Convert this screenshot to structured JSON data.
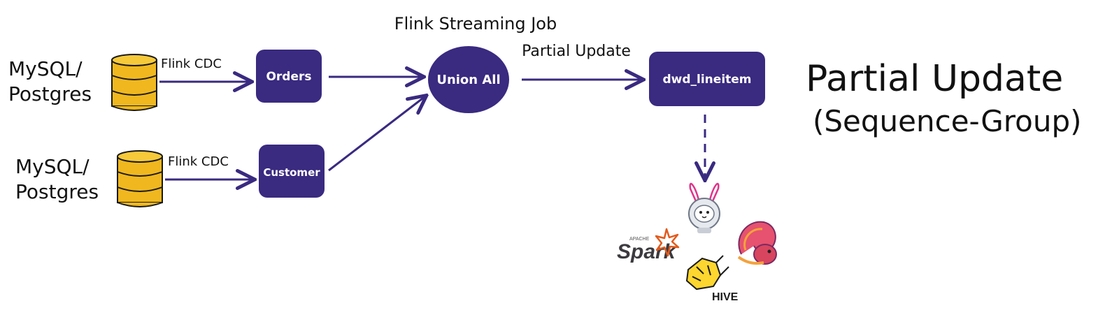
{
  "sources": [
    {
      "label_line1": "MySQL/",
      "label_line2": "Postgres",
      "edge_label": "Flink CDC"
    },
    {
      "label_line1": "MySQL/",
      "label_line2": "Postgres",
      "edge_label": "Flink CDC"
    }
  ],
  "tables": {
    "orders": "Orders",
    "customer": "Customer"
  },
  "job": {
    "title": "Flink Streaming Job",
    "union_label": "Union All",
    "edge_label": "Partial Update",
    "sink_label": "dwd_lineitem"
  },
  "heading": {
    "line1": "Partial Update",
    "line2": "(Sequence-Group)"
  },
  "engines": {
    "spark_small": "APACHE",
    "spark": "Spark",
    "hive": "HIVE"
  },
  "colors": {
    "node_fill": "#3a2a80",
    "arrow": "#3a2a80",
    "db_fill": "#f0b81e",
    "db_stroke": "#1a1a1a",
    "spark_star": "#e25a1c",
    "hive_yellow": "#fdd62f"
  },
  "icons": [
    "database-icon",
    "paimon-mascot-icon",
    "spark-logo-icon",
    "flink-squirrel-icon",
    "hive-logo-icon"
  ]
}
